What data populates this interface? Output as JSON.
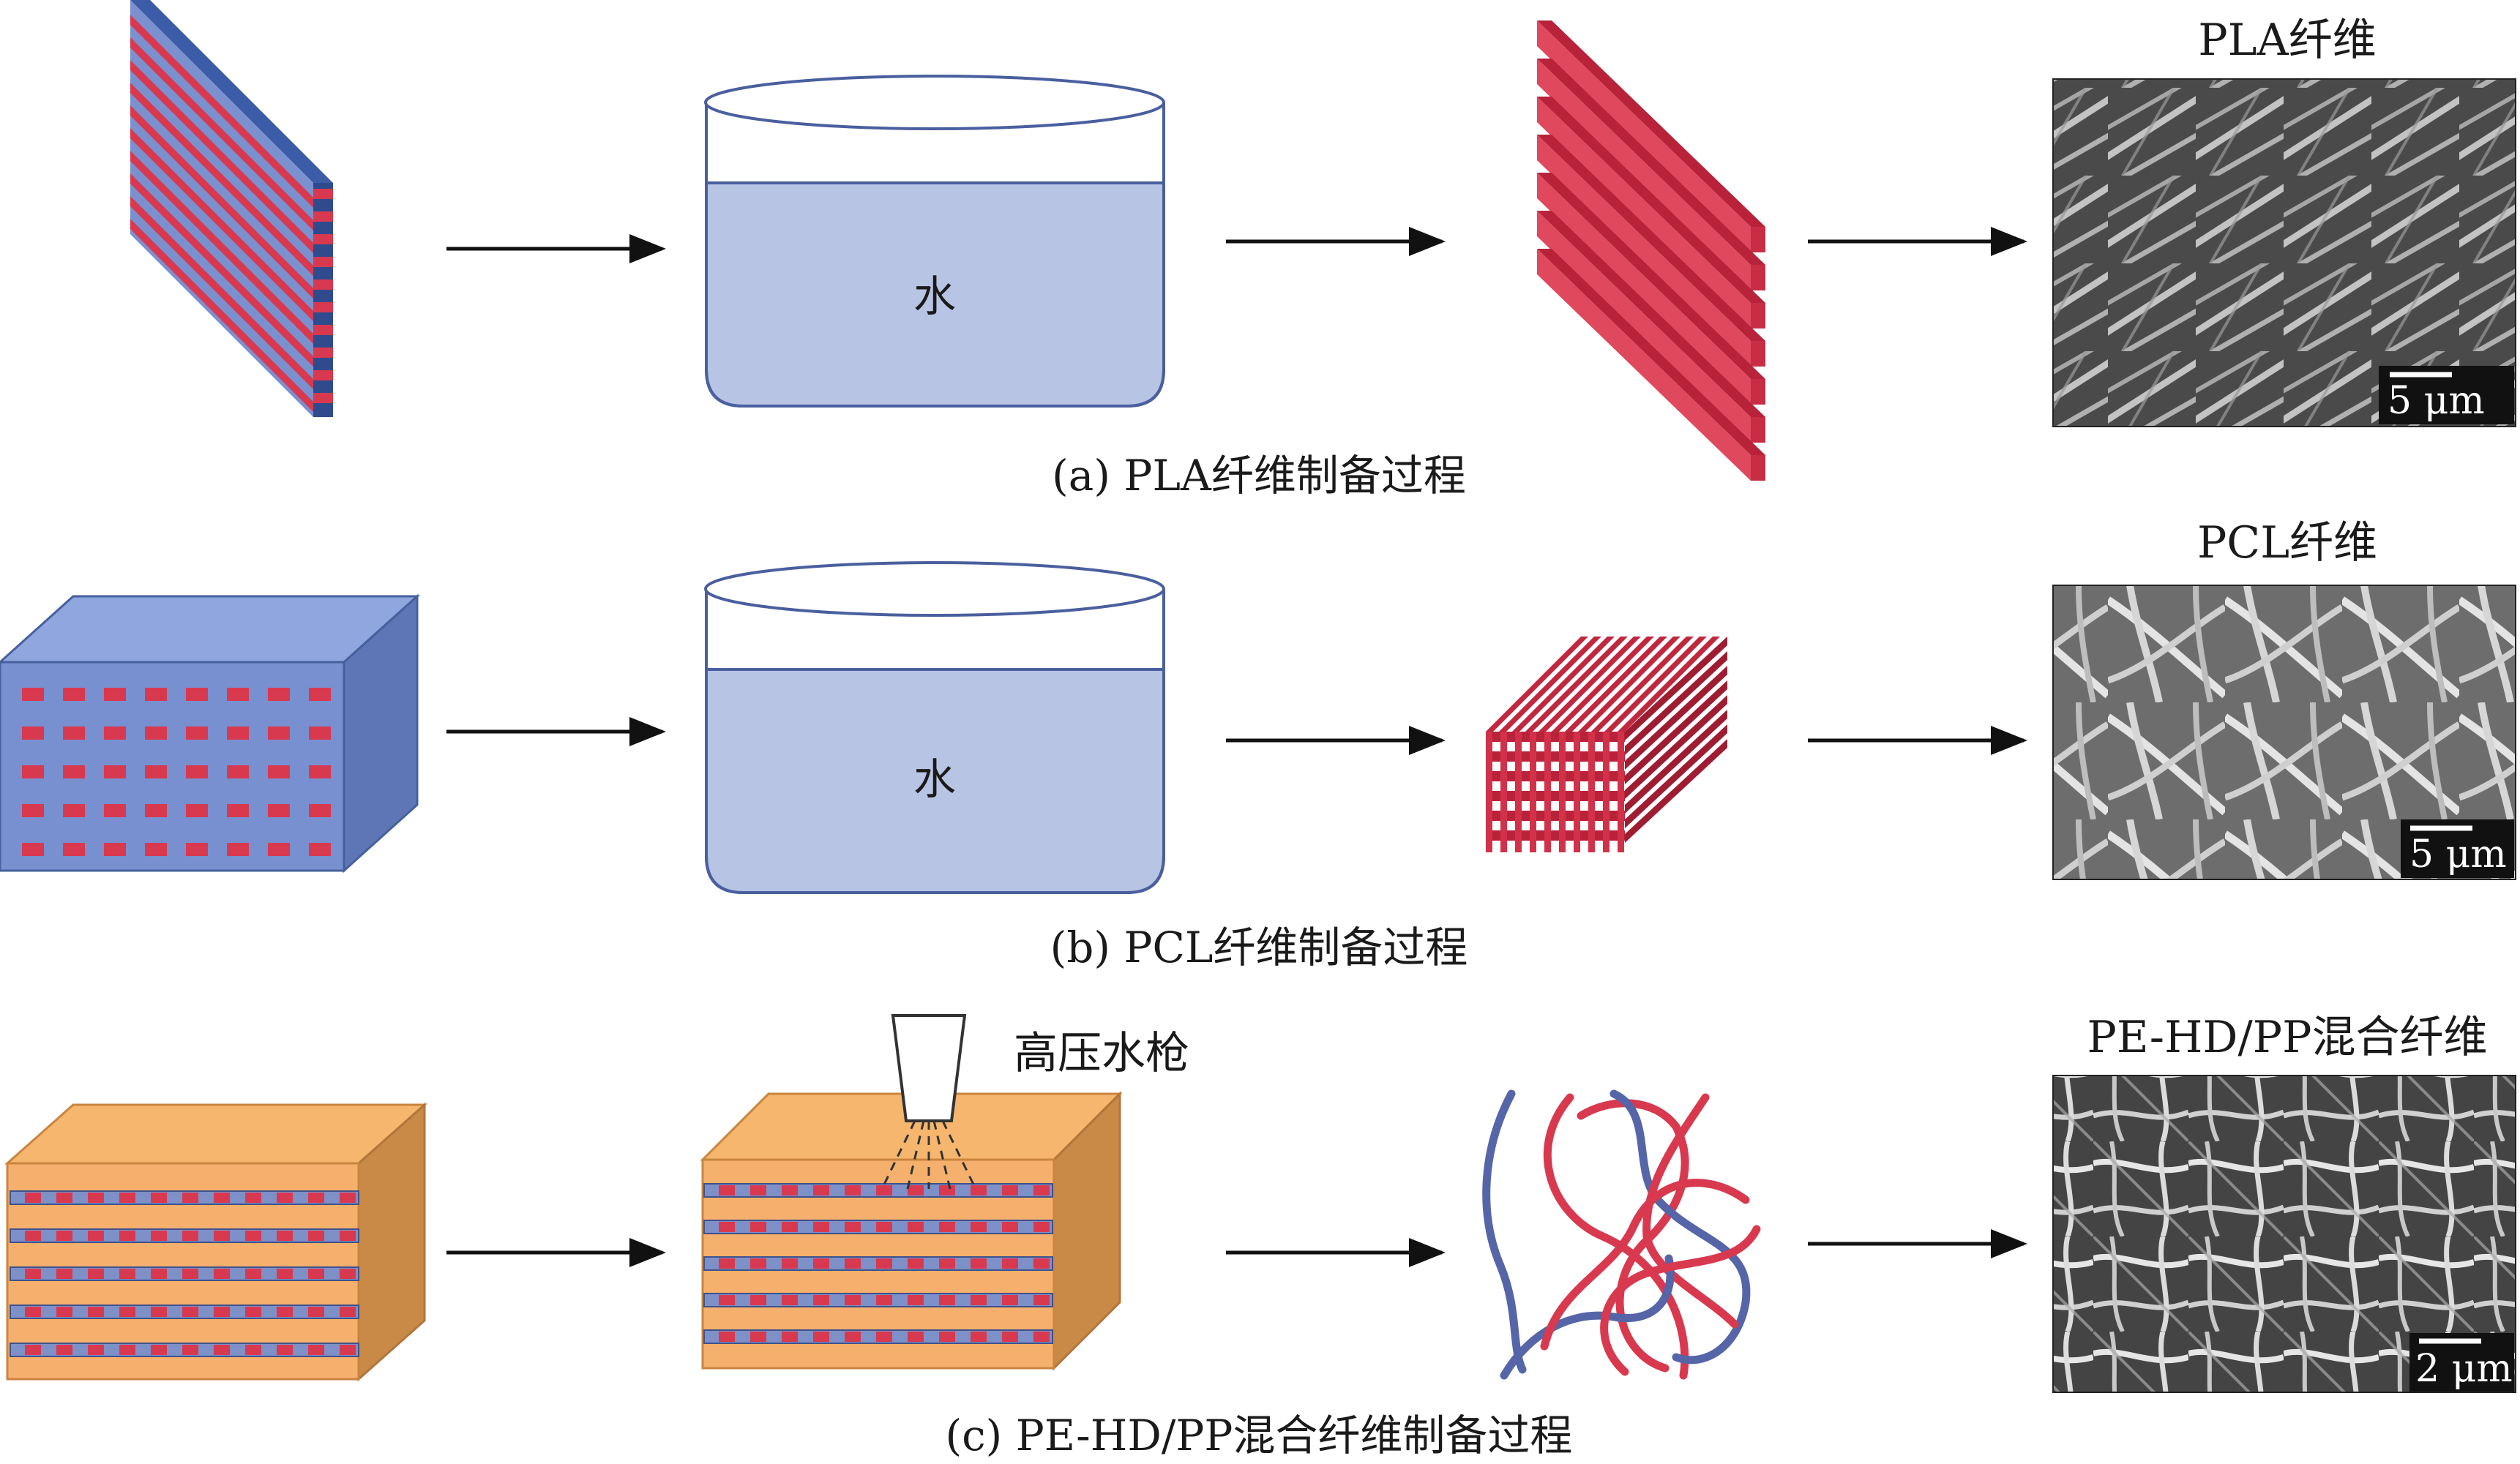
{
  "rows": [
    {
      "caption": "(a) PLA纤维制备过程",
      "tank_label": "水",
      "fiber_title": "PLA纤维",
      "scale_label": "5 μm"
    },
    {
      "caption": "(b) PCL纤维制备过程",
      "tank_label": "水",
      "fiber_title": "PCL纤维",
      "scale_label": "5 μm"
    },
    {
      "caption": "(c) PE-HD/PP混合纤维制备过程",
      "nozzle_label": "高压水枪",
      "fiber_title": "PE-HD/PP混合纤维",
      "scale_label": "2 μm"
    }
  ],
  "colors": {
    "blue_matrix": "#8fa3d6",
    "red_fiber": "#d8394f",
    "water": "#b7c4e4",
    "orange_matrix": "#f4b06c",
    "sem_background": "#5a5a5a"
  }
}
